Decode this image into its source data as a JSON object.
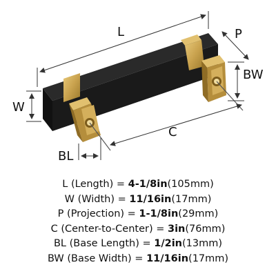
{
  "dimension_labels": {
    "length": "L",
    "projection": "P",
    "base_width": "BW",
    "width": "W",
    "center_to_center": "C",
    "base_length": "BL"
  },
  "specs": [
    {
      "code": "L",
      "name": "(Length)",
      "value": "4-1/8in",
      "metric": "(105mm)"
    },
    {
      "code": "W",
      "name": "(Width)",
      "value": "11/16in",
      "metric": "(17mm)"
    },
    {
      "code": "P",
      "name": "(Projection)",
      "value": "1-1/8in",
      "metric": "(29mm)"
    },
    {
      "code": "C",
      "name": "(Center-to-Center)",
      "value": "3in",
      "metric": "(76mm)"
    },
    {
      "code": "BL",
      "name": "(Base Length)",
      "value": "1/2in",
      "metric": "(13mm)"
    },
    {
      "code": "BW",
      "name": "(Base Width)",
      "value": "11/16in",
      "metric": "(17mm)"
    }
  ],
  "colors": {
    "bar": "#1a1a1a",
    "brass": "#c9a24e",
    "brass_dark": "#8a6a22",
    "brass_light": "#e6c778",
    "dimension_line": "#333333"
  }
}
